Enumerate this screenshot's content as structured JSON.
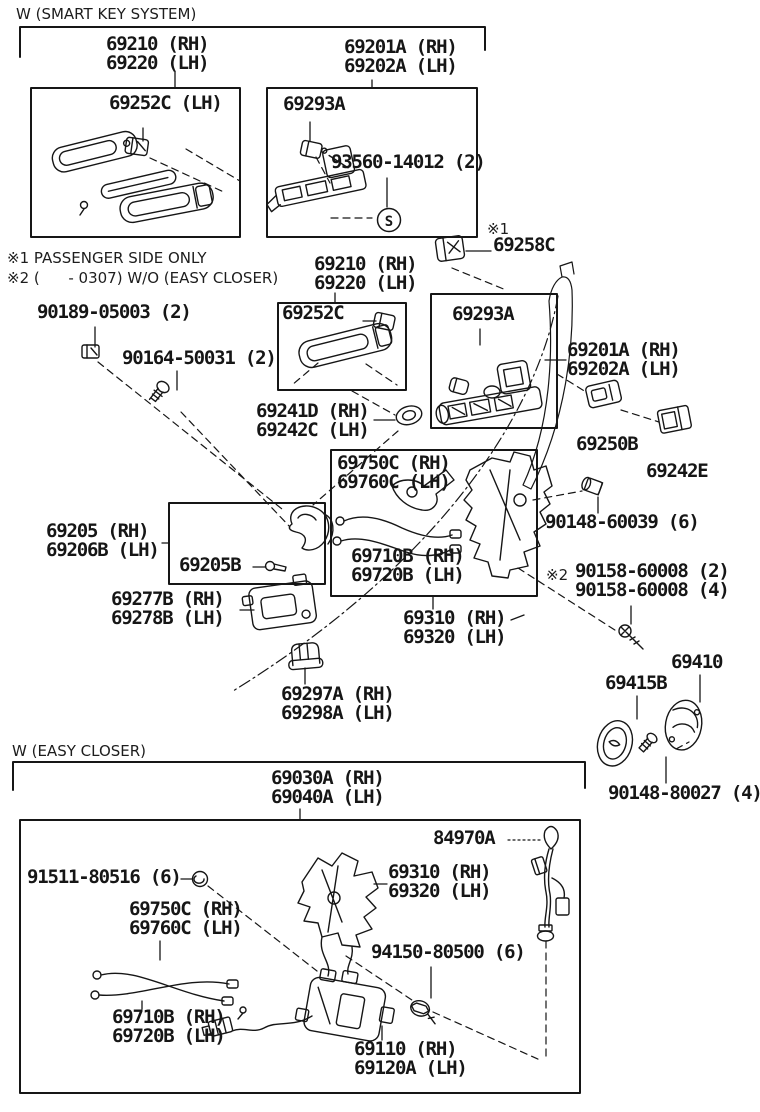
{
  "page": {
    "bg": "#ffffff",
    "ink": "#161616"
  },
  "sections": {
    "smart_key": {
      "header": "W (SMART KEY SYSTEM)"
    },
    "easy_closer": {
      "header": "W (EASY CLOSER)"
    }
  },
  "notes": {
    "note1": "※1 PASSENGER SIDE ONLY",
    "note2": "※2 (      - 0307) W/O (EASY CLOSER)"
  },
  "markers": {
    "s": "S",
    "ref1": "※1",
    "ref2": "※2"
  },
  "labels": {
    "handle_sks": {
      "l1": "69210 (RH)",
      "l2": "69220 (LH)"
    },
    "cover_sks": {
      "l1": "69252C (LH)"
    },
    "frame_sks": {
      "l1": "69201A (RH)",
      "l2": "69202A (LH)"
    },
    "pad_sks": {
      "l1": "69293A"
    },
    "screw_93560": {
      "l1": "93560-14012 (2)"
    },
    "cushion_69258c": {
      "l1": "69258C"
    },
    "handle_mid": {
      "l1": "69210 (RH)",
      "l2": "69220 (LH)"
    },
    "cover_mid": {
      "l1": "69252C"
    },
    "pad_mid": {
      "l1": "69293A"
    },
    "frame_mid": {
      "l1": "69201A (RH)",
      "l2": "69202A (LH)"
    },
    "clip_90189": {
      "l1": "90189-05003 (2)"
    },
    "screw_90164": {
      "l1": "90164-50031 (2)"
    },
    "bezel_69241d": {
      "l1": "69241D (RH)",
      "l2": "69242C (LH)"
    },
    "pad_69250b": {
      "l1": "69250B"
    },
    "pad_69242e": {
      "l1": "69242E"
    },
    "cable_69750c_mid": {
      "l1": "69750C (RH)",
      "l2": "69760C (LH)"
    },
    "bolt_90148_60039": {
      "l1": "90148-60039 (6)"
    },
    "cable_69710b_mid": {
      "l1": "69710B (RH)",
      "l2": "69720B (LH)"
    },
    "screw_90158": {
      "l1": "90158-60008 (2)",
      "l2": "90158-60008 (4)"
    },
    "handle_69205": {
      "l1": "69205 (RH)",
      "l2": "69206B (LH)"
    },
    "screw_69205b": {
      "l1": "69205B"
    },
    "lock_mid": {
      "l1": "69310 (RH)",
      "l2": "69320 (LH)"
    },
    "reinf_69277b": {
      "l1": "69277B (RH)",
      "l2": "69278B (LH)"
    },
    "clip_69297a": {
      "l1": "69297A (RH)",
      "l2": "69298A (LH)"
    },
    "cover_69415b": {
      "l1": "69415B"
    },
    "knob_69410": {
      "l1": "69410"
    },
    "screw_90148_80027": {
      "l1": "90148-80027 (4)"
    },
    "lock_assy_ec": {
      "l1": "69030A (RH)",
      "l2": "69040A (LH)"
    },
    "wire_84970a": {
      "l1": "84970A"
    },
    "grommet_91511": {
      "l1": "91511-80516 (6)"
    },
    "lock_ec": {
      "l1": "69310 (RH)",
      "l2": "69320 (LH)"
    },
    "cable_69750c_ec": {
      "l1": "69750C (RH)",
      "l2": "69760C (LH)"
    },
    "screw_94150": {
      "l1": "94150-80500 (6)"
    },
    "cable_69710b_ec": {
      "l1": "69710B (RH)",
      "l2": "69720B (LH)"
    },
    "motor_69110": {
      "l1": "69110 (RH)",
      "l2": "69120A (LH)"
    }
  }
}
